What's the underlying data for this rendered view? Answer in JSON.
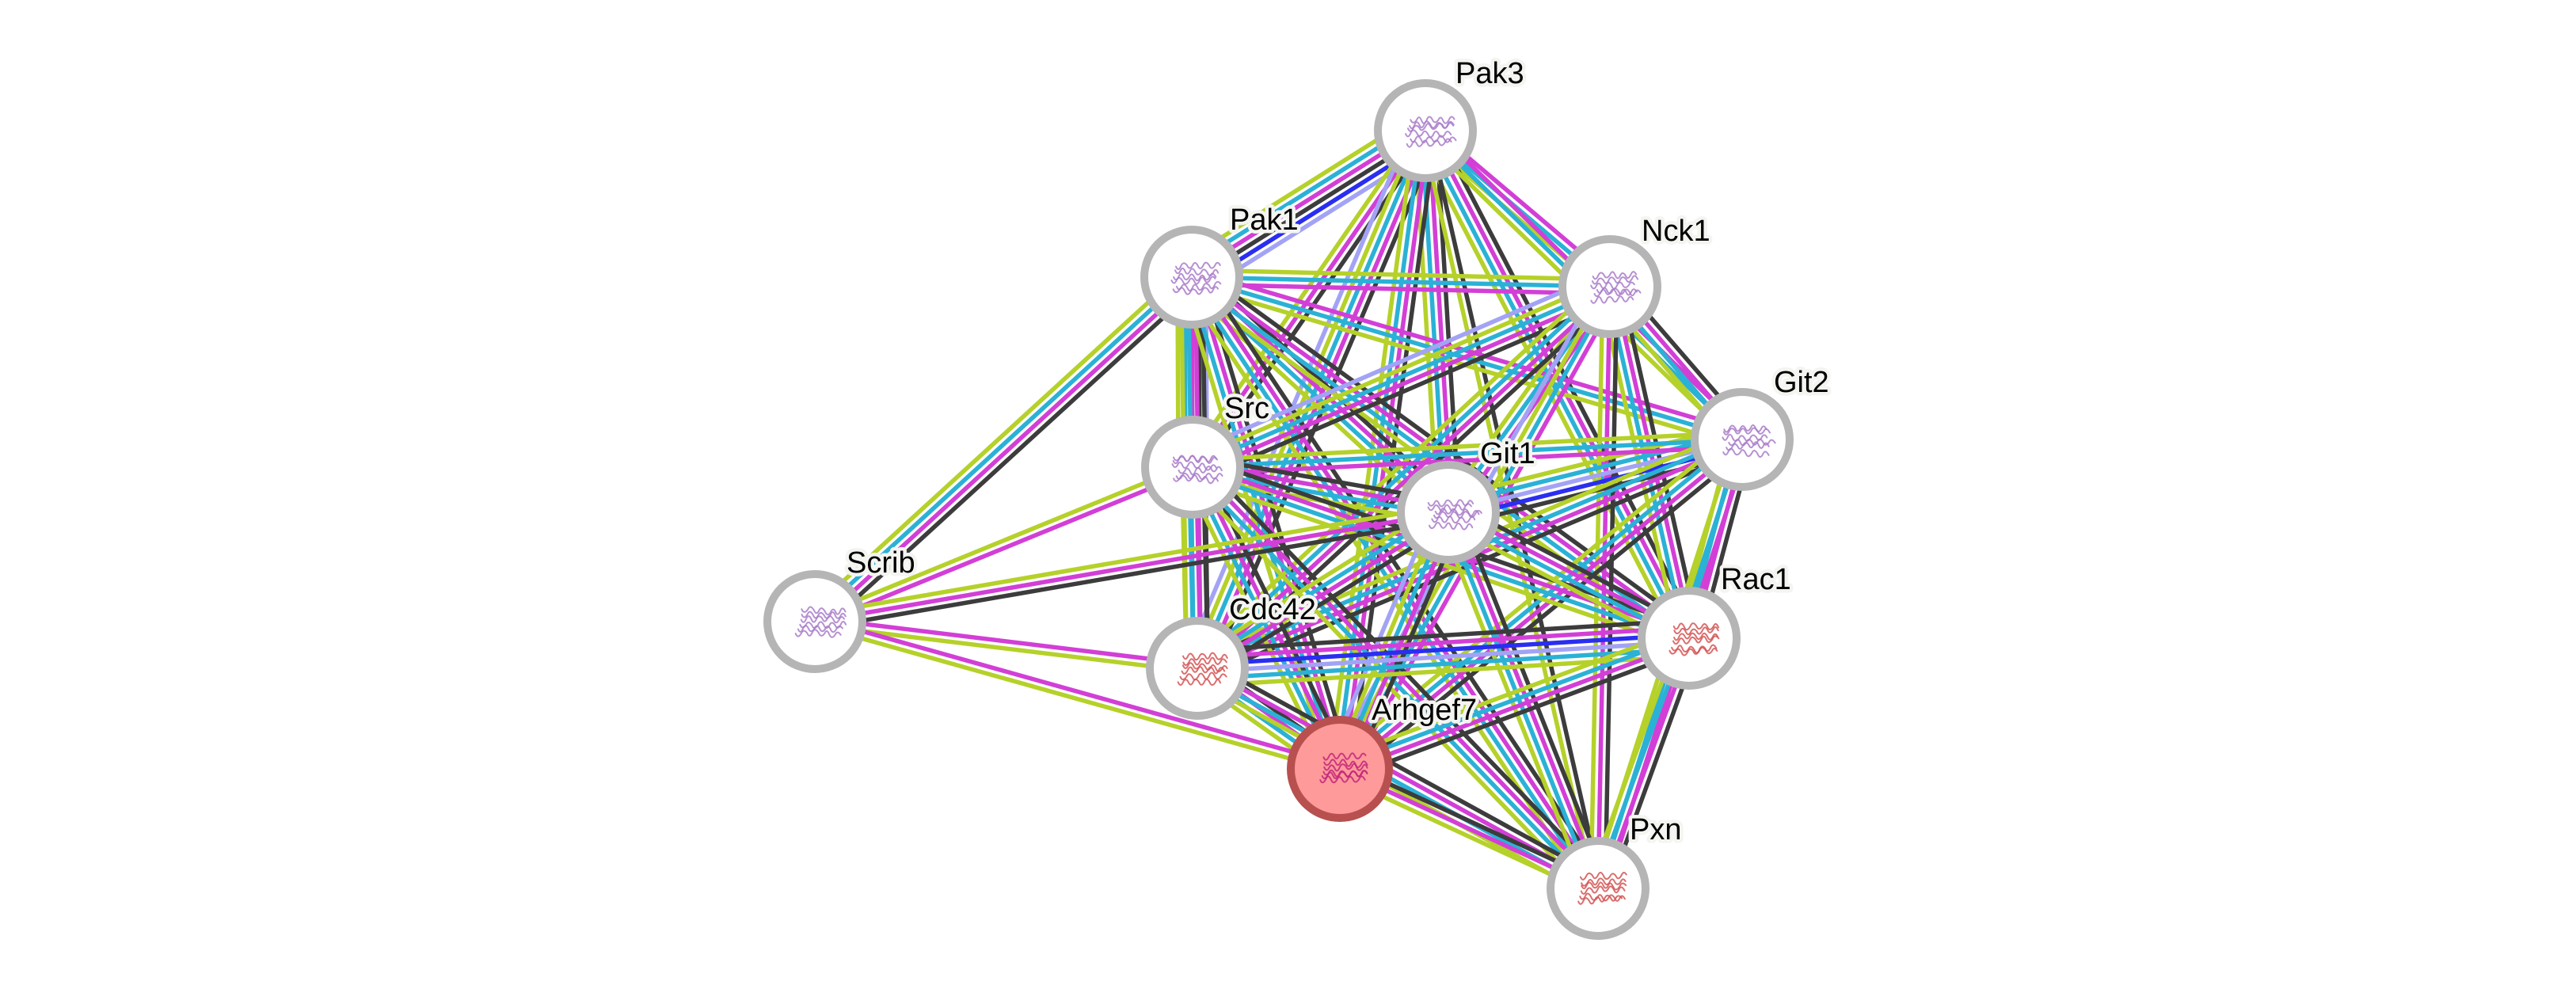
{
  "title": "Protein interaction network",
  "query_node": "Arhgef7",
  "edge_color_legend": {
    "black": "#3c3c3c",
    "magenta": "#d23fd6",
    "cyan": "#2bb1d6",
    "lime": "#b5d12a",
    "blue": "#2a2ef0",
    "violet": "#a3a3f5"
  },
  "nodes": [
    {
      "id": "Pak3",
      "label": "Pak3",
      "type": "normal",
      "structure_color": "#a97cc9"
    },
    {
      "id": "Pak1",
      "label": "Pak1",
      "type": "normal",
      "structure_color": "#a97cc9"
    },
    {
      "id": "Nck1",
      "label": "Nck1",
      "type": "normal",
      "structure_color": "#a97cc9"
    },
    {
      "id": "Git2",
      "label": "Git2",
      "type": "normal",
      "structure_color": "#a97cc9"
    },
    {
      "id": "Src",
      "label": "Src",
      "type": "normal",
      "structure_color": "#a97cc9"
    },
    {
      "id": "Git1",
      "label": "Git1",
      "type": "normal",
      "structure_color": "#a97cc9"
    },
    {
      "id": "Scrib",
      "label": "Scrib",
      "type": "normal",
      "structure_color": "#a97cc9"
    },
    {
      "id": "Cdc42",
      "label": "Cdc42",
      "type": "normal",
      "structure_color": "#d35555"
    },
    {
      "id": "Rac1",
      "label": "Rac1",
      "type": "normal",
      "structure_color": "#d35555"
    },
    {
      "id": "Arhgef7",
      "label": "Arhgef7",
      "type": "query",
      "structure_color": "#c2267a"
    },
    {
      "id": "Pxn",
      "label": "Pxn",
      "type": "normal",
      "structure_color": "#d35555"
    }
  ],
  "edges": [
    {
      "source": "Pak1",
      "target": "Pak3",
      "evidence": [
        "lime",
        "cyan",
        "magenta",
        "black",
        "blue",
        "violet"
      ]
    },
    {
      "source": "Pak3",
      "target": "Nck1",
      "evidence": [
        "magenta",
        "cyan",
        "lime"
      ]
    },
    {
      "source": "Pak3",
      "target": "Src",
      "evidence": [
        "black",
        "magenta",
        "lime"
      ]
    },
    {
      "source": "Pak3",
      "target": "Git1",
      "evidence": [
        "black",
        "magenta",
        "cyan",
        "lime"
      ]
    },
    {
      "source": "Pak3",
      "target": "Cdc42",
      "evidence": [
        "black",
        "magenta",
        "cyan",
        "lime",
        "violet"
      ]
    },
    {
      "source": "Pak3",
      "target": "Rac1",
      "evidence": [
        "black",
        "magenta",
        "cyan",
        "lime"
      ]
    },
    {
      "source": "Pak3",
      "target": "Arhgef7",
      "evidence": [
        "black",
        "magenta",
        "cyan",
        "lime"
      ]
    },
    {
      "source": "Pak3",
      "target": "Git2",
      "evidence": [
        "magenta",
        "cyan",
        "lime"
      ]
    },
    {
      "source": "Pak3",
      "target": "Pxn",
      "evidence": [
        "black",
        "lime"
      ]
    },
    {
      "source": "Pak1",
      "target": "Nck1",
      "evidence": [
        "lime",
        "cyan",
        "magenta"
      ]
    },
    {
      "source": "Pak1",
      "target": "Src",
      "evidence": [
        "violet",
        "black",
        "magenta",
        "cyan",
        "lime"
      ]
    },
    {
      "source": "Pak1",
      "target": "Git1",
      "evidence": [
        "black",
        "magenta",
        "cyan",
        "lime"
      ]
    },
    {
      "source": "Pak1",
      "target": "Git2",
      "evidence": [
        "magenta",
        "cyan",
        "lime"
      ]
    },
    {
      "source": "Pak1",
      "target": "Cdc42",
      "evidence": [
        "black",
        "magenta",
        "cyan",
        "lime"
      ]
    },
    {
      "source": "Pak1",
      "target": "Rac1",
      "evidence": [
        "black",
        "magenta",
        "cyan",
        "lime"
      ]
    },
    {
      "source": "Pak1",
      "target": "Arhgef7",
      "evidence": [
        "black",
        "magenta",
        "cyan",
        "lime"
      ]
    },
    {
      "source": "Pak1",
      "target": "Pxn",
      "evidence": [
        "black",
        "magenta",
        "cyan",
        "lime"
      ]
    },
    {
      "source": "Pak1",
      "target": "Scrib",
      "evidence": [
        "black",
        "magenta",
        "cyan",
        "lime"
      ]
    },
    {
      "source": "Nck1",
      "target": "Git2",
      "evidence": [
        "black",
        "magenta",
        "cyan",
        "lime"
      ]
    },
    {
      "source": "Nck1",
      "target": "Src",
      "evidence": [
        "black",
        "magenta",
        "cyan",
        "lime",
        "violet"
      ]
    },
    {
      "source": "Nck1",
      "target": "Git1",
      "evidence": [
        "magenta",
        "cyan",
        "lime"
      ]
    },
    {
      "source": "Nck1",
      "target": "Cdc42",
      "evidence": [
        "black",
        "magenta",
        "cyan",
        "lime"
      ]
    },
    {
      "source": "Nck1",
      "target": "Rac1",
      "evidence": [
        "black",
        "magenta",
        "cyan",
        "lime"
      ]
    },
    {
      "source": "Nck1",
      "target": "Arhgef7",
      "evidence": [
        "magenta",
        "cyan",
        "lime",
        "violet"
      ]
    },
    {
      "source": "Nck1",
      "target": "Pxn",
      "evidence": [
        "black",
        "magenta",
        "lime"
      ]
    },
    {
      "source": "Git2",
      "target": "Git1",
      "evidence": [
        "black",
        "blue",
        "violet",
        "cyan",
        "lime"
      ]
    },
    {
      "source": "Git2",
      "target": "Src",
      "evidence": [
        "magenta",
        "cyan",
        "lime"
      ]
    },
    {
      "source": "Git2",
      "target": "Cdc42",
      "evidence": [
        "black",
        "magenta",
        "cyan",
        "lime"
      ]
    },
    {
      "source": "Git2",
      "target": "Rac1",
      "evidence": [
        "black",
        "magenta",
        "cyan",
        "lime"
      ]
    },
    {
      "source": "Git2",
      "target": "Arhgef7",
      "evidence": [
        "black",
        "magenta",
        "cyan",
        "lime"
      ]
    },
    {
      "source": "Git2",
      "target": "Pxn",
      "evidence": [
        "magenta",
        "cyan",
        "lime"
      ]
    },
    {
      "source": "Src",
      "target": "Git1",
      "evidence": [
        "black",
        "magenta",
        "cyan",
        "lime"
      ]
    },
    {
      "source": "Src",
      "target": "Cdc42",
      "evidence": [
        "black",
        "magenta",
        "cyan",
        "lime"
      ]
    },
    {
      "source": "Src",
      "target": "Rac1",
      "evidence": [
        "black",
        "magenta",
        "cyan",
        "lime"
      ]
    },
    {
      "source": "Src",
      "target": "Arhgef7",
      "evidence": [
        "black",
        "magenta",
        "cyan",
        "lime"
      ]
    },
    {
      "source": "Src",
      "target": "Pxn",
      "evidence": [
        "black",
        "magenta",
        "cyan",
        "lime"
      ]
    },
    {
      "source": "Src",
      "target": "Scrib",
      "evidence": [
        "magenta",
        "lime"
      ]
    },
    {
      "source": "Git1",
      "target": "Cdc42",
      "evidence": [
        "black",
        "magenta",
        "cyan",
        "lime"
      ]
    },
    {
      "source": "Git1",
      "target": "Rac1",
      "evidence": [
        "black",
        "magenta",
        "cyan",
        "lime"
      ]
    },
    {
      "source": "Git1",
      "target": "Arhgef7",
      "evidence": [
        "black",
        "magenta",
        "cyan",
        "lime",
        "violet"
      ]
    },
    {
      "source": "Git1",
      "target": "Pxn",
      "evidence": [
        "black",
        "magenta",
        "cyan",
        "lime"
      ]
    },
    {
      "source": "Git1",
      "target": "Scrib",
      "evidence": [
        "black",
        "magenta",
        "lime"
      ]
    },
    {
      "source": "Cdc42",
      "target": "Rac1",
      "evidence": [
        "black",
        "magenta",
        "blue",
        "violet",
        "cyan",
        "lime"
      ]
    },
    {
      "source": "Cdc42",
      "target": "Arhgef7",
      "evidence": [
        "black",
        "magenta",
        "cyan",
        "lime"
      ]
    },
    {
      "source": "Cdc42",
      "target": "Pxn",
      "evidence": [
        "black",
        "magenta",
        "cyan",
        "lime"
      ]
    },
    {
      "source": "Cdc42",
      "target": "Scrib",
      "evidence": [
        "lime",
        "magenta"
      ]
    },
    {
      "source": "Rac1",
      "target": "Arhgef7",
      "evidence": [
        "black",
        "magenta",
        "cyan",
        "lime"
      ]
    },
    {
      "source": "Rac1",
      "target": "Pxn",
      "evidence": [
        "black",
        "magenta",
        "cyan",
        "lime"
      ]
    },
    {
      "source": "Arhgef7",
      "target": "Pxn",
      "evidence": [
        "black",
        "magenta",
        "lime"
      ]
    },
    {
      "source": "Arhgef7",
      "target": "Scrib",
      "evidence": [
        "lime",
        "magenta"
      ]
    }
  ]
}
